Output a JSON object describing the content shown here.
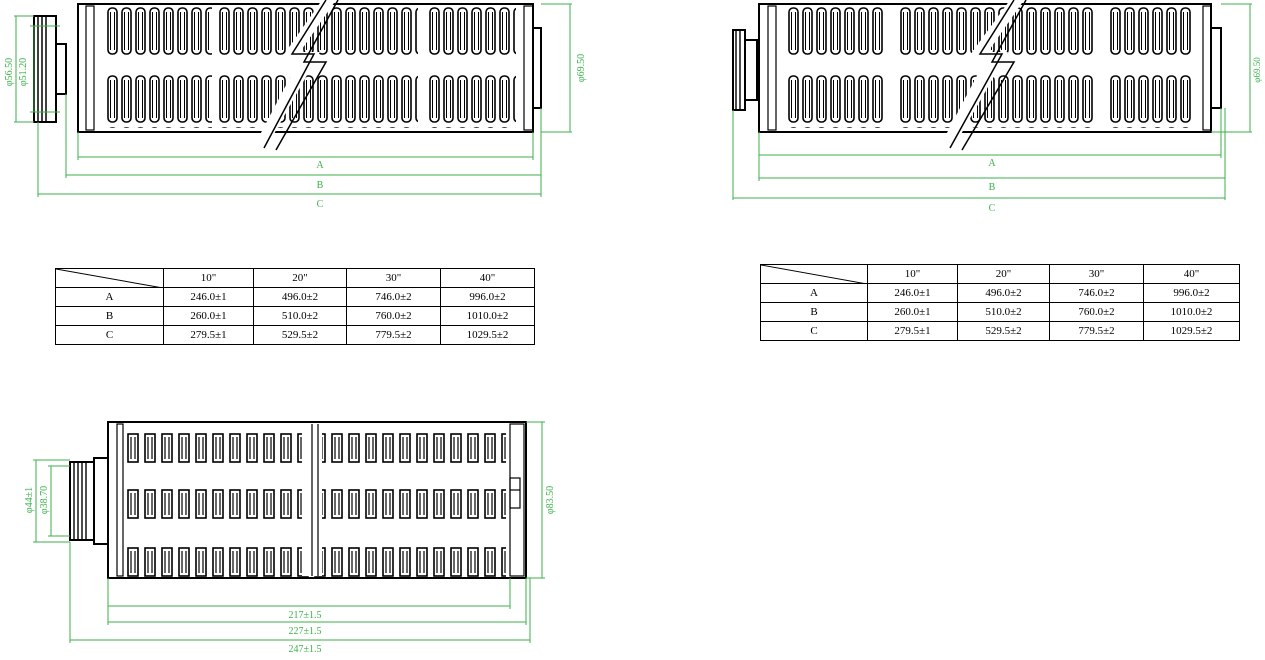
{
  "drawing_1": {
    "diameters": [
      "φ56.50",
      "φ51.20",
      "φ69.50"
    ],
    "dims": [
      "A",
      "B",
      "C"
    ]
  },
  "drawing_2": {
    "diameters": [
      "φ69.50"
    ],
    "dims": [
      "A",
      "B",
      "C"
    ]
  },
  "drawing_3": {
    "diameters": [
      "φ44±1",
      "φ38.70",
      "φ83.50"
    ],
    "dims": [
      "217±1.5",
      "227±1.5",
      "247±1.5"
    ]
  },
  "spec_table": {
    "columns": [
      "10\"",
      "20\"",
      "30\"",
      "40\""
    ],
    "rows": [
      {
        "label": "A",
        "values": [
          "246.0±1",
          "496.0±2",
          "746.0±2",
          "996.0±2"
        ]
      },
      {
        "label": "B",
        "values": [
          "260.0±1",
          "510.0±2",
          "760.0±2",
          "1010.0±2"
        ]
      },
      {
        "label": "C",
        "values": [
          "279.5±1",
          "529.5±2",
          "779.5±2",
          "1029.5±2"
        ]
      }
    ]
  },
  "colors": {
    "dimension_line": "#3bb14a",
    "outline": "#000000"
  }
}
